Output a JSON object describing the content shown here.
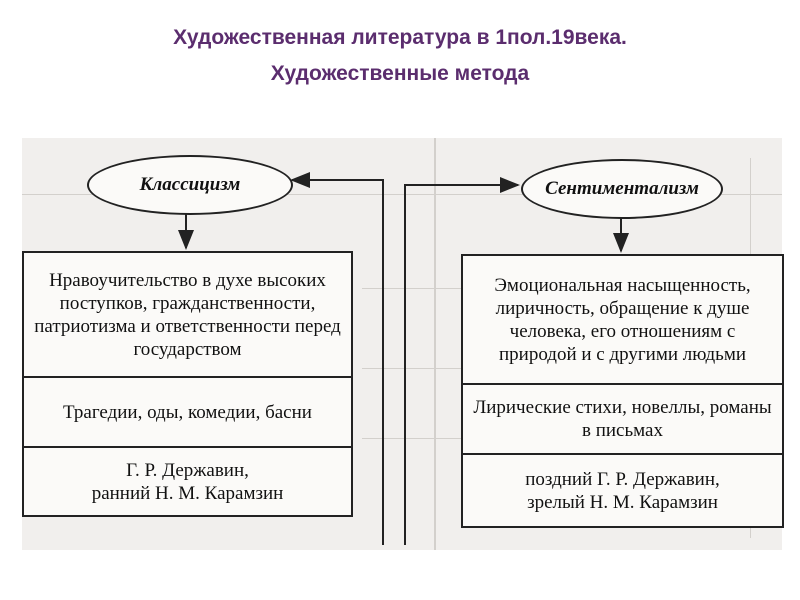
{
  "header": {
    "title_line1": "Художественная литература в 1пол.19века.",
    "title_line2": "Художественные метода"
  },
  "diagram": {
    "left": {
      "method": "Классицизм",
      "traits": "Нравоучительство в духе высоких поступков, гражданственности, патриотизма и ответственности перед государством",
      "genres": "Трагедии, оды, комедии, басни",
      "authors_line1": "Г. Р. Державин,",
      "authors_line2": "ранний Н. М. Карамзин"
    },
    "right": {
      "method": "Сентиментализм",
      "traits": "Эмоциональная насыщенность, лиричность, обращение к душе человека, его отношениям с природой и с другими людьми",
      "genres": "Лирические стихи, новеллы, романы в письмах",
      "authors_line1": "поздний Г. Р. Державин,",
      "authors_line2": "зрелый Н. М. Карамзин"
    }
  },
  "colors": {
    "title": "#5b2d6e",
    "paper": "#f1efed",
    "ink": "#222222"
  }
}
